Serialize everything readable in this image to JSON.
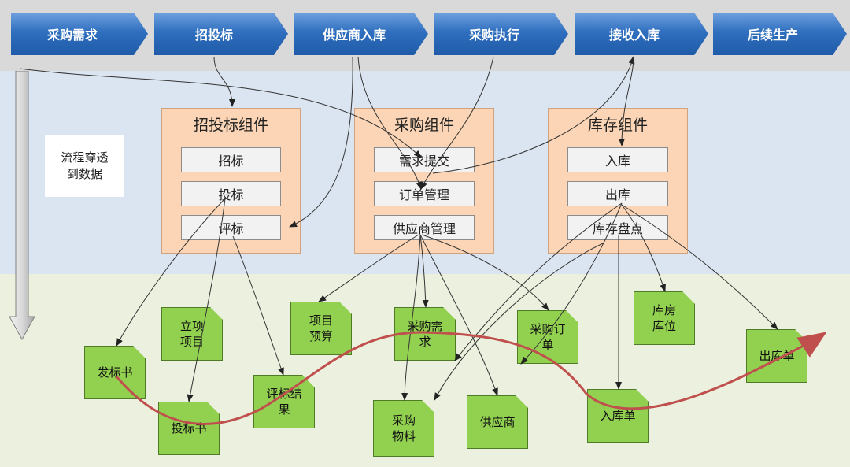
{
  "process_steps": [
    "采购需求",
    "招投标",
    "供应商入库",
    "采购执行",
    "接收入库",
    "后续生产"
  ],
  "components": [
    {
      "title": "招投标组件",
      "items": [
        "招标",
        "投标",
        "评标"
      ]
    },
    {
      "title": "采购组件",
      "items": [
        "需求提交",
        "订单管理",
        "供应商管理"
      ]
    },
    {
      "title": "库存组件",
      "items": [
        "入库",
        "出库",
        "库存盘点"
      ]
    }
  ],
  "note": "流程穿透\n到数据",
  "documents": {
    "fabiaoshu": "发标书",
    "lixiang": "立项\n项目",
    "toubiaoshu": "投标书",
    "pingbiao": "评标结\n果",
    "yusuan": "项目\n预算",
    "xuqiu": "采购需\n求",
    "wuliao": "采购\n物料",
    "gongyingshang": "供应商",
    "dingdan": "采购订\n单",
    "kufang": "库房\n库位",
    "rukudan": "入库单",
    "chukudan": "出库单"
  },
  "colors": {
    "chevron": "#2f6fbf",
    "component_fill": "#fbd5b5",
    "document_fill": "#92d050",
    "flow_curve": "#c0504d"
  }
}
